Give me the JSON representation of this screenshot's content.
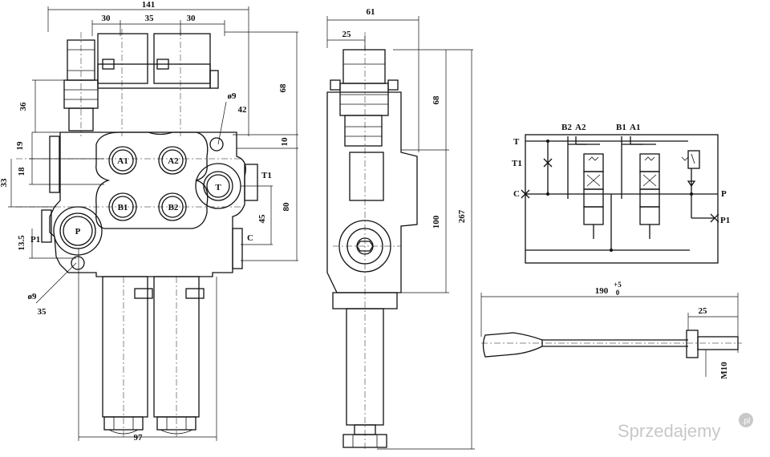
{
  "dims": {
    "d141": "141",
    "d30a": "30",
    "d35": "35",
    "d30b": "30",
    "d68": "68",
    "d36": "36",
    "d42": "42",
    "d10": "10",
    "d19": "19",
    "d18": "18",
    "d33": "33",
    "d80": "80",
    "d45": "45",
    "d13_5": "13.5",
    "d9a": "ø9",
    "d9b": "ø9",
    "d35b": "35",
    "d97": "97",
    "d61": "61",
    "d25": "25",
    "d68b": "68",
    "d100": "100",
    "d267": "267",
    "d190": "190",
    "d190_tol": "+5",
    "d190_tol2": "0",
    "d25b": "25",
    "m10": "M10"
  },
  "ports": {
    "a1": "A1",
    "a2": "A2",
    "b1": "B1",
    "b2": "B2",
    "p": "P",
    "t": "T",
    "t1": "T1",
    "c": "C",
    "p1": "P1"
  },
  "schematic": {
    "t": "T",
    "t1": "T1",
    "c": "C",
    "p": "P",
    "p1": "P1",
    "b2": "B2",
    "a2": "A2",
    "b1": "B1",
    "a1": "A1"
  },
  "watermark": {
    "text": "Sprzedajemy",
    "suffix": ".pl"
  }
}
